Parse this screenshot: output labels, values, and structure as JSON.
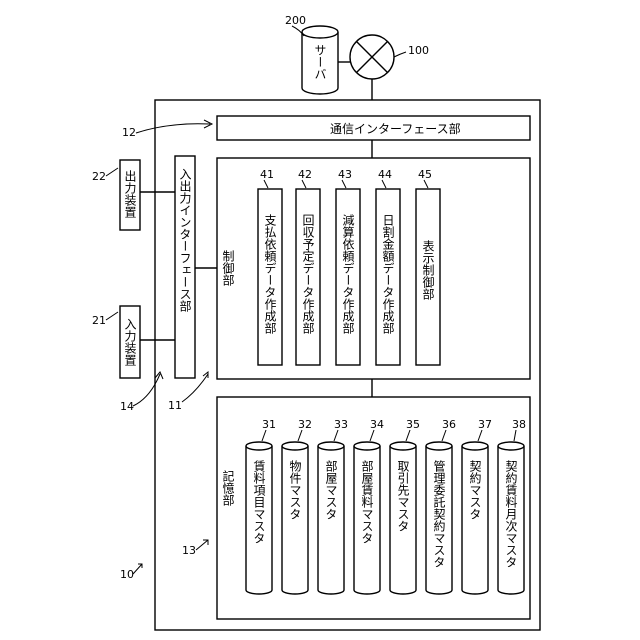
{
  "server": {
    "label": "サーバ",
    "ref": "200"
  },
  "network": {
    "ref": "100"
  },
  "system": {
    "ref": "10"
  },
  "comm": {
    "label": "通信インターフェース部",
    "ref": "12"
  },
  "io": {
    "label": "入出力インターフェース部",
    "ref": "11"
  },
  "input_device": {
    "label": "入力装置",
    "ref": "21"
  },
  "output_device": {
    "label": "出力装置",
    "ref": "22"
  },
  "bus": {
    "ref": "14"
  },
  "control": {
    "label": "制御部",
    "units": [
      {
        "label": "支払依頼データ作成部",
        "ref": "41"
      },
      {
        "label": "回収予定データ作成部",
        "ref": "42"
      },
      {
        "label": "減算依頼データ作成部",
        "ref": "43"
      },
      {
        "label": "日割金額データ作成部",
        "ref": "44"
      },
      {
        "label": "表示制御部",
        "ref": "45"
      }
    ]
  },
  "storage": {
    "label": "記憶部",
    "ref": "13",
    "masters": [
      {
        "label": "賃料項目マスタ",
        "ref": "31"
      },
      {
        "label": "物件マスタ",
        "ref": "32"
      },
      {
        "label": "部屋マスタ",
        "ref": "33"
      },
      {
        "label": "部屋賃料マスタ",
        "ref": "34"
      },
      {
        "label": "取引先マスタ",
        "ref": "35"
      },
      {
        "label": "管理委託契約マスタ",
        "ref": "36"
      },
      {
        "label": "契約マスタ",
        "ref": "37"
      },
      {
        "label": "契約賃料月次マスタ",
        "ref": "38"
      }
    ]
  }
}
